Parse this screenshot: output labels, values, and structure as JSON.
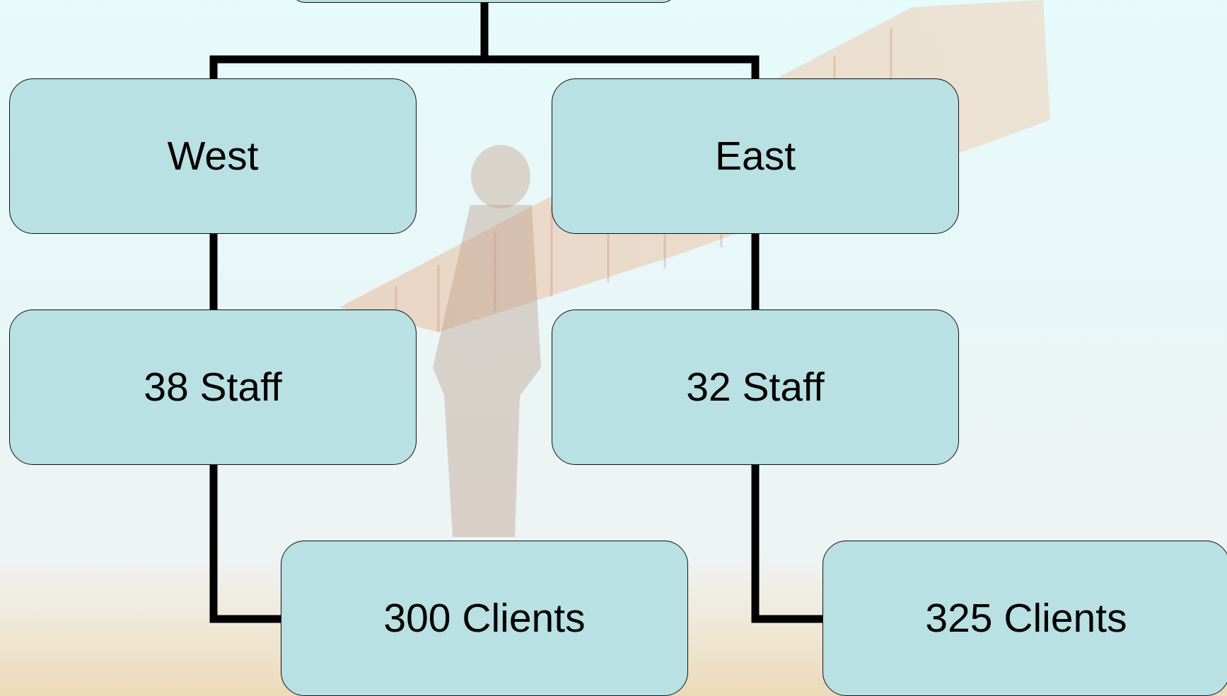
{
  "diagram": {
    "type": "org-chart",
    "nodes": {
      "west": "West",
      "east": "East",
      "west_staff": "38 Staff",
      "east_staff": "32 Staff",
      "west_clients": "300 Clients",
      "east_clients": "325 Clients"
    },
    "edges": [
      [
        "root",
        "west"
      ],
      [
        "root",
        "east"
      ],
      [
        "west",
        "west_staff"
      ],
      [
        "east",
        "east_staff"
      ],
      [
        "west_staff",
        "west_clients"
      ],
      [
        "east_staff",
        "east_clients"
      ]
    ]
  },
  "colors": {
    "node_fill": "#b9e0e3",
    "node_border": "#111111",
    "connector": "#000000"
  }
}
